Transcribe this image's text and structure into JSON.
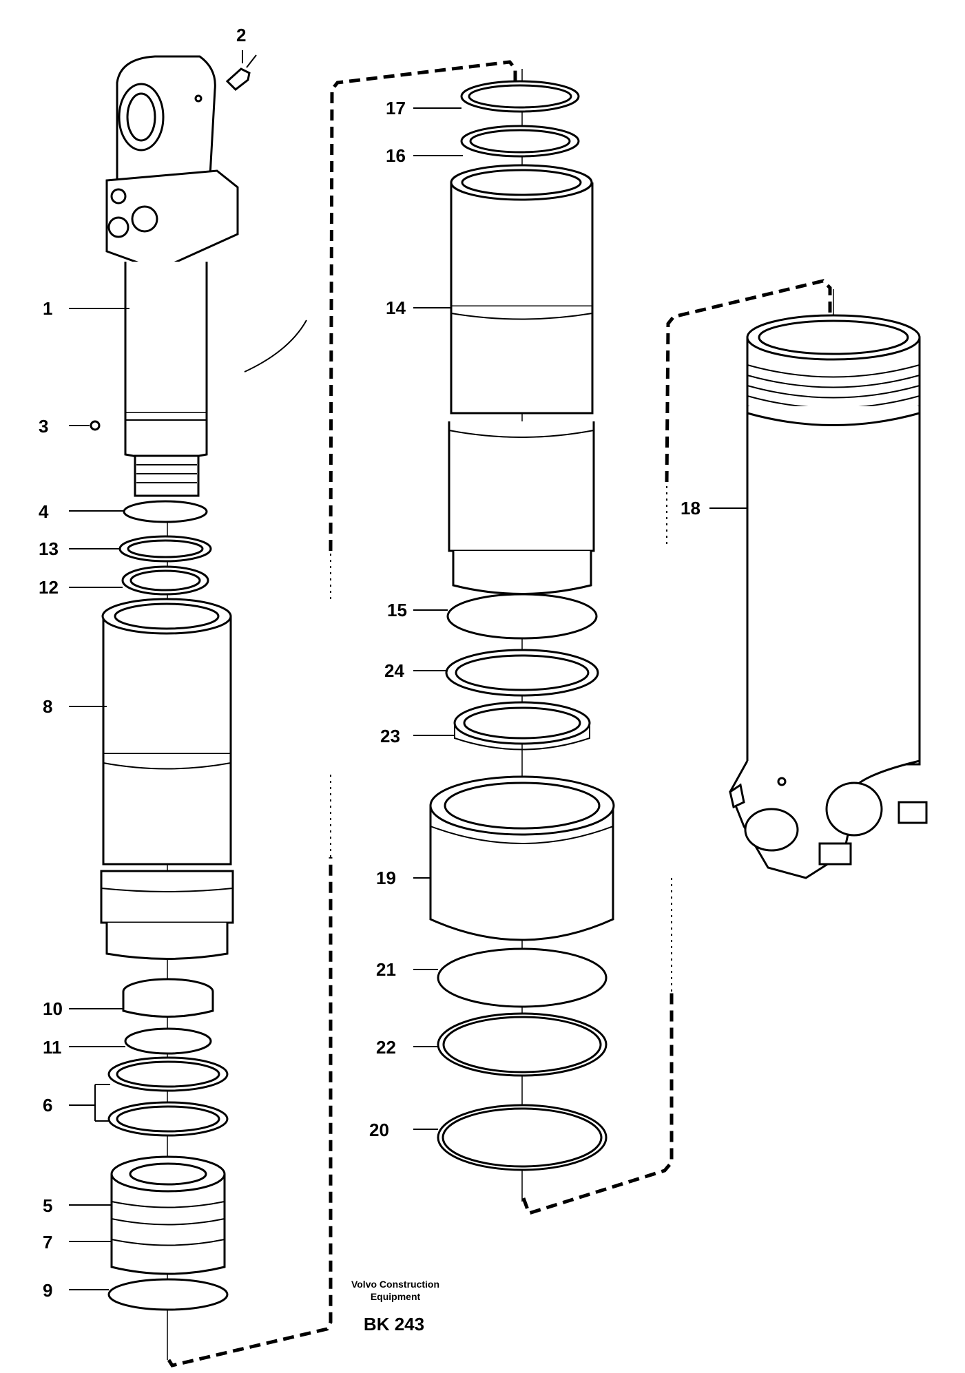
{
  "callouts": [
    "1",
    "2",
    "3",
    "4",
    "5",
    "6",
    "7",
    "8",
    "9",
    "10",
    "11",
    "12",
    "13",
    "14",
    "15",
    "16",
    "17",
    "18",
    "19",
    "20",
    "21",
    "22",
    "23",
    "24"
  ],
  "credit": {
    "line1": "Volvo Construction",
    "line2": "Equipment"
  },
  "drawing_code": "BK 243"
}
